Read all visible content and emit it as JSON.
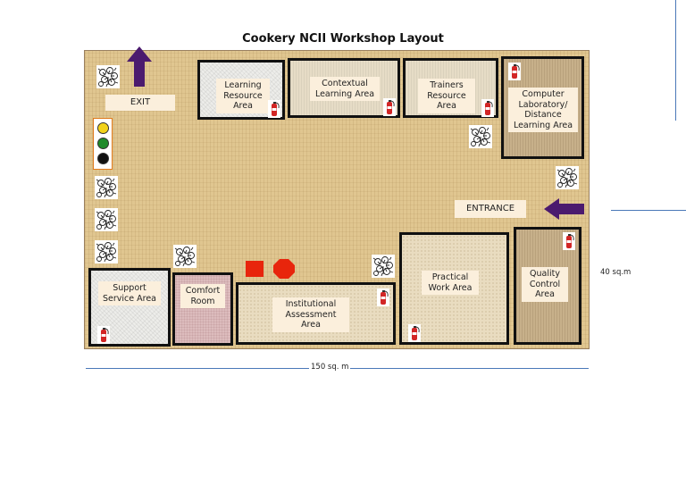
{
  "title": "Cookery NCII Workshop Layout",
  "areas": {
    "learning_resource": "Learning\nResource\nArea",
    "contextual_learning": "Contextual\nLearning Area",
    "trainers_resource": "Trainers\nResource\nArea",
    "computer_lab": "Computer\nLaboratory/\nDistance\nLearning Area",
    "support_service": "Support\nService Area",
    "comfort_room": "Comfort\nRoom",
    "institutional_assessment": "Institutional\nAssessment\nArea",
    "practical_work": "Practical\nWork Area",
    "quality_control": "Quality\nControl\nArea"
  },
  "markers": {
    "exit": "EXIT",
    "entrance": "ENTRANCE"
  },
  "dimensions": {
    "width": "150 sq. m",
    "height": "40 sq.m"
  },
  "colors": {
    "arrow": "#4b1a6e",
    "traffic_light": [
      "#f2d21a",
      "#1f8a2a",
      "#111111"
    ],
    "red_marker": "#e8250c"
  },
  "icons": {
    "fire_extinguisher": "fire-extinguisher-icon",
    "plant": "plant-icon",
    "arrow": "arrow-icon"
  }
}
